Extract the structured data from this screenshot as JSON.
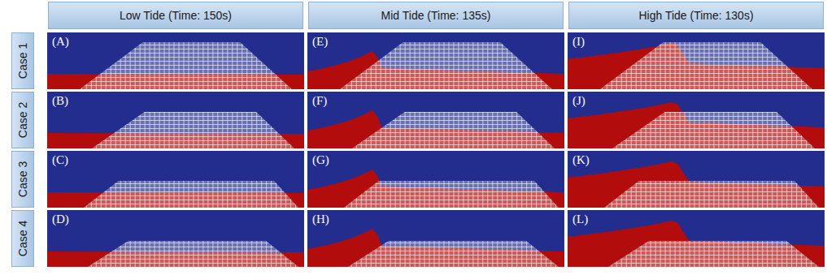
{
  "diagram": {
    "nodes": [
      {
        "text": [
          "Low Tide (Time: 150s)"
        ]
      },
      {
        "text": [
          "Mid Tide (Time: 135s)"
        ]
      },
      {
        "text": [
          "High Tide (Time: 130s)"
        ]
      },
      {
        "text": [
          "Case 1"
        ]
      },
      {
        "text": [
          "(A)"
        ]
      },
      {
        "text": [
          "(E)"
        ]
      },
      {
        "text": [
          "(I)"
        ]
      },
      {
        "text": [
          "Case 2"
        ]
      },
      {
        "text": [
          "(B)"
        ]
      },
      {
        "text": [
          "(F)"
        ]
      },
      {
        "text": [
          "(J)"
        ]
      },
      {
        "text": [
          "Case 3"
        ]
      },
      {
        "text": [
          "(C)"
        ]
      },
      {
        "text": [
          "(G)"
        ]
      },
      {
        "text": [
          "(K)"
        ]
      },
      {
        "text": [
          "Case 4"
        ]
      },
      {
        "text": [
          "(D)"
        ]
      },
      {
        "text": [
          "(H)"
        ]
      },
      {
        "text": [
          "(L)"
        ]
      }
    ]
  }
}
